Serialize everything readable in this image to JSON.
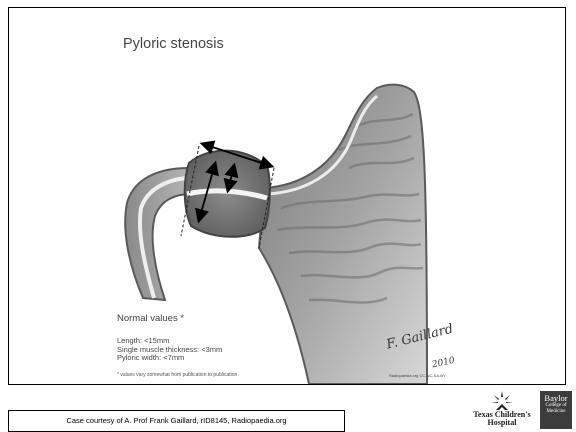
{
  "figure": {
    "title": "Pyloric stenosis",
    "normal_values": {
      "heading": "Normal values *",
      "items": [
        "Length: <15mm",
        "Single muscle thickness: <3mm",
        "Pyloric width: <7mm"
      ],
      "footnote": "* values vary somewhat from publication to publication"
    },
    "signature": "F. Gaillard",
    "signature_year": "2010",
    "license": "Radiopaedia.org CC-NC-SA-BY"
  },
  "footer": {
    "credit": "Case courtesy of A. Prof Frank Gaillard, rID8145, Radiopaedia.org",
    "hospital_logo_line1": "Texas Children's",
    "hospital_logo_line2": "Hospital",
    "college_logo_line1": "Baylor",
    "college_logo_line2": "College of",
    "college_logo_line3": "Medicine"
  },
  "colors": {
    "tissue_fill": "#c8c8c8",
    "tissue_dark": "#6e6e6e",
    "mucosa": "#f2f2f2",
    "lumen": "#9a9a9a",
    "arrow": "#000000"
  }
}
